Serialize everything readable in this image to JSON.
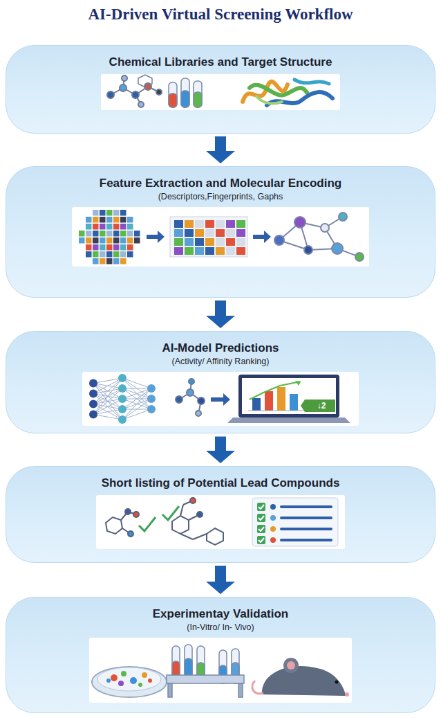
{
  "diagram": {
    "title": "AI-Driven Virtual Screening Workflow",
    "nodes": [
      {
        "text": [
          "Chemical Libraries and Target Structure"
        ]
      },
      {
        "text": [
          "Feature Extraction and Molecular Encoding",
          "(Descriptors,Fingerprints, Gaphs"
        ]
      },
      {
        "text": [
          "AI-Model Predictions",
          "(Activity/ Affinity Ranking)"
        ]
      },
      {
        "text": [
          "Short listing of Potential Lead Compounds"
        ]
      },
      {
        "text": [
          "Experimentay Validation",
          "(In-Vitro/ In- Vivo)"
        ]
      }
    ],
    "edges": [
      {
        "from": 0,
        "to": 1,
        "arrow": "to"
      },
      {
        "from": 1,
        "to": 2,
        "arrow": "to"
      },
      {
        "from": 2,
        "to": 3,
        "arrow": "to"
      },
      {
        "from": 3,
        "to": 4,
        "arrow": "to"
      }
    ],
    "labels": [
      "↓2"
    ]
  }
}
